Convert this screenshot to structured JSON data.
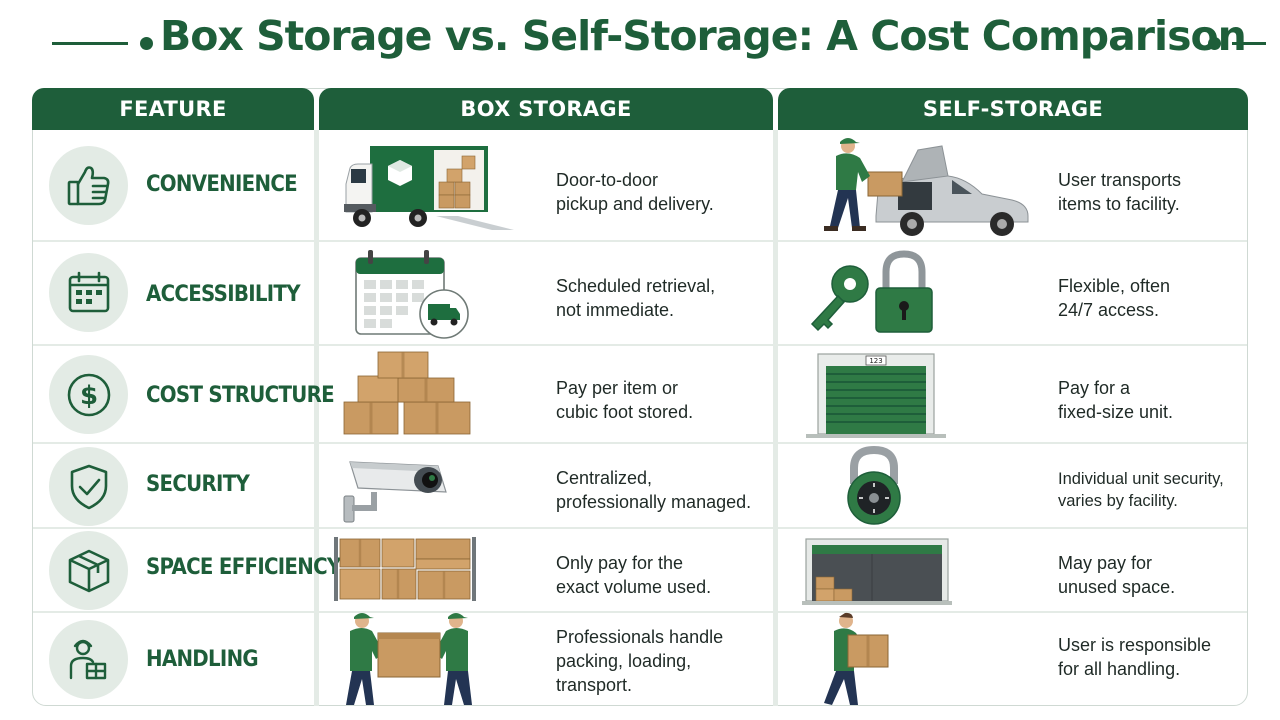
{
  "title": "Box Storage vs. Self-Storage: A Cost Comparison",
  "headers": {
    "feature": "FEATURE",
    "box": "BOX STORAGE",
    "self": "SELF-STORAGE"
  },
  "colors": {
    "brand_green": "#1e5e3a",
    "icon_circle": "#e3ebe5",
    "cardboard": "#c99a62"
  },
  "rows": [
    {
      "feature": "CONVENIENCE",
      "icon": "thumbs-up-icon",
      "box": [
        "Door-to-door",
        "pickup and delivery."
      ],
      "box_image": "moving-truck-illustration",
      "self": [
        "User transports",
        "items to facility."
      ],
      "self_image": "person-loading-car-illustration"
    },
    {
      "feature": "ACCESSIBILITY",
      "icon": "calendar-icon",
      "box": [
        "Scheduled retrieval,",
        "not immediate."
      ],
      "box_image": "calendar-truck-illustration",
      "self": [
        "Flexible, often",
        "24/7 access."
      ],
      "self_image": "key-and-padlock-illustration"
    },
    {
      "feature": "COST STRUCTURE",
      "icon": "dollar-icon",
      "box": [
        "Pay per item or",
        "cubic foot stored."
      ],
      "box_image": "box-stack-illustration",
      "self": [
        "Pay for a",
        "fixed-size unit."
      ],
      "self_image": "storage-unit-door-illustration",
      "unit_number": "123"
    },
    {
      "feature": "SECURITY",
      "icon": "shield-check-icon",
      "box": [
        "Centralized,",
        "professionally managed."
      ],
      "box_image": "security-camera-illustration",
      "self": [
        "Individual unit security,",
        "varies by facility."
      ],
      "self_image": "combination-lock-illustration"
    },
    {
      "feature": "SPACE EFFICIENCY",
      "icon": "cube-icon",
      "box": [
        "Only pay for the",
        "exact volume used."
      ],
      "box_image": "packed-shelf-illustration",
      "self": [
        "May pay for",
        "unused space."
      ],
      "self_image": "open-empty-unit-illustration"
    },
    {
      "feature": "HANDLING",
      "icon": "worker-box-icon",
      "box": [
        "Professionals handle",
        "packing, loading,",
        "transport."
      ],
      "box_image": "two-movers-illustration",
      "self": [
        "User is responsible",
        "for all handling."
      ],
      "self_image": "person-carrying-box-illustration"
    }
  ]
}
